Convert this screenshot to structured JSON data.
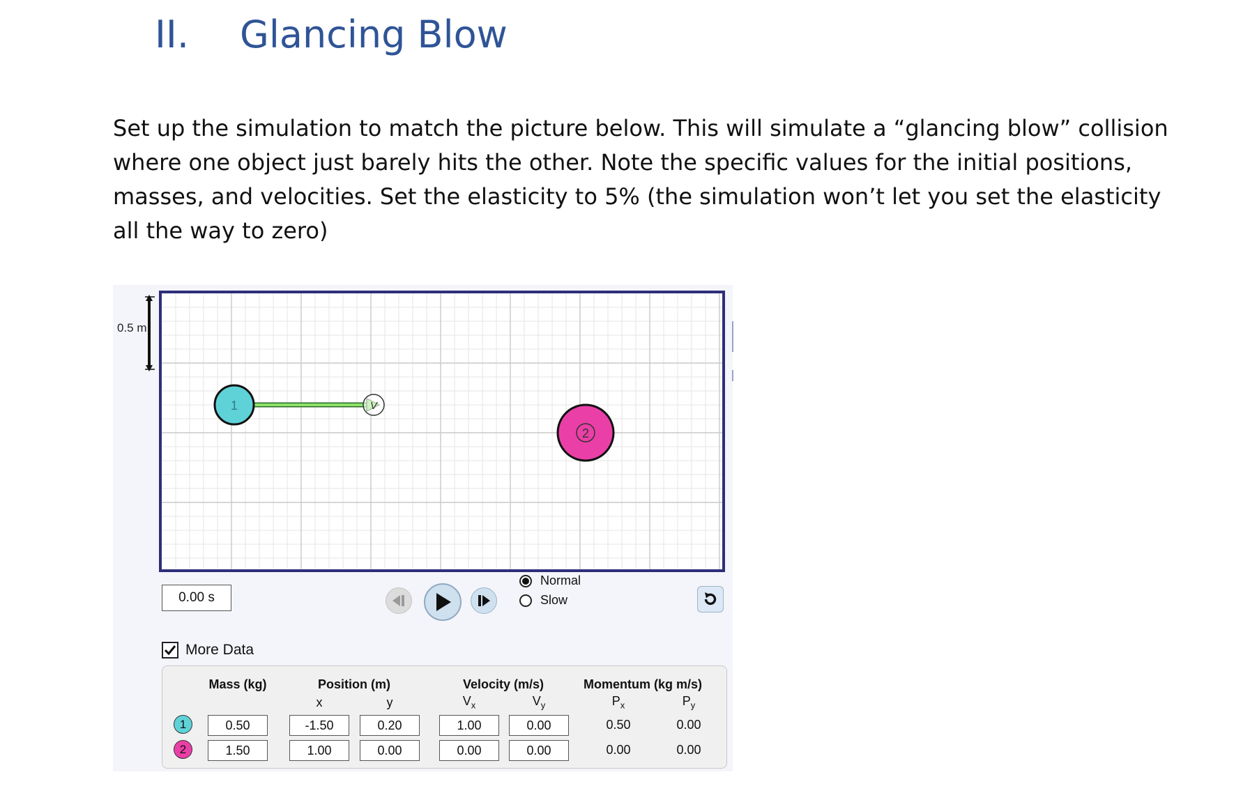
{
  "heading": {
    "number": "II.",
    "title": "Glancing Blow"
  },
  "instructions": "Set up the simulation to match the picture below. This will simulate a “glancing blow” collision where one object just barely hits the other. Note the specific values for the initial positions, masses, and velocities. Set the elasticity to 5% (the simulation won’t let you set the elasticity all the way to zero)",
  "simulation": {
    "scale_label": "0.5 m",
    "ball1_label": "1",
    "ball2_label": "2",
    "velocity_marker": "V",
    "time": "0.00 s",
    "speed_options": [
      "Normal",
      "Slow"
    ],
    "selected_speed": "Normal",
    "more_data_label": "More Data",
    "more_data_checked": true,
    "colors": {
      "ball1": "#5fd2d8",
      "ball2": "#ea3fa6",
      "velocity_arrow": "#8be36a",
      "border": "#2e2e7a"
    }
  },
  "table": {
    "headers": {
      "mass": "Mass (kg)",
      "position": "Position (m)",
      "velocity": "Velocity (m/s)",
      "momentum": "Momentum (kg m/s)"
    },
    "subheaders": {
      "x": "x",
      "y": "y",
      "vx": "V",
      "vx_sub": "x",
      "vy": "V",
      "vy_sub": "y",
      "px": "P",
      "px_sub": "x",
      "py": "P",
      "py_sub": "y"
    },
    "rows": [
      {
        "label": "1",
        "mass": "0.50",
        "x": "-1.50",
        "y": "0.20",
        "vx": "1.00",
        "vy": "0.00",
        "px": "0.50",
        "py": "0.00"
      },
      {
        "label": "2",
        "mass": "1.50",
        "x": "1.00",
        "y": "0.00",
        "vx": "0.00",
        "vy": "0.00",
        "px": "0.00",
        "py": "0.00"
      }
    ]
  }
}
